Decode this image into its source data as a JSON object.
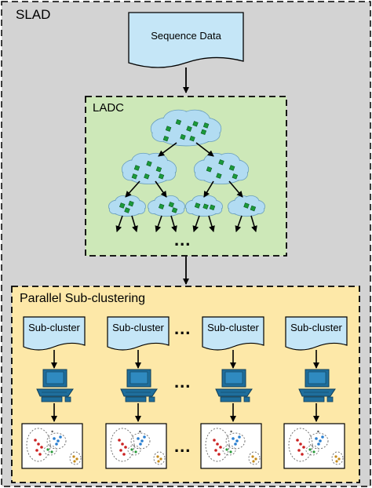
{
  "outer_box": {
    "label": "SLAD"
  },
  "input": {
    "label": "Sequence Data"
  },
  "ladc": {
    "label": "LADC",
    "ellipsis": "..."
  },
  "parallel": {
    "label": "Parallel Sub-clustering",
    "subclusters": [
      {
        "label": "Sub-cluster"
      },
      {
        "label": "Sub-cluster"
      },
      {
        "label": "Sub-cluster"
      },
      {
        "label": "Sub-cluster"
      }
    ],
    "ellipsis": "..."
  },
  "colors": {
    "outer_fill": "#d3d3d3",
    "ladc_fill": "#cde8b8",
    "parallel_fill": "#fde8a8",
    "doc_fill": "#c5e6f7",
    "cloud_fill": "#b2dcf2",
    "cloud_dot": "#1a9a3a",
    "computer": "#1f6e9c"
  },
  "icons": [
    "document-icon",
    "cloud-icon",
    "computer-icon",
    "scatter-plot-icon",
    "arrow-icon"
  ]
}
